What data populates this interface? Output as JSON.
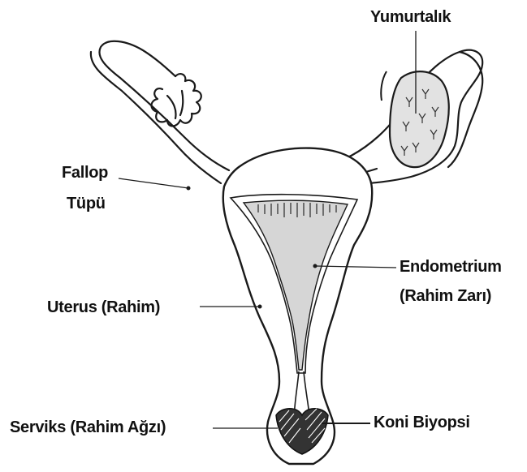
{
  "labels": {
    "ovary": "Yumurtalık",
    "fallopian_tube_line1": "Fallop",
    "fallopian_tube_line2": "Tüpü",
    "endometrium_line1": "Endometrium",
    "endometrium_line2": "(Rahim Zarı)",
    "uterus": "Uterus (Rahim)",
    "cervix": "Serviks (Rahim Ağzı)",
    "cone_biopsy": "Koni Biyopsi"
  },
  "colors": {
    "outline": "#1a1a1a",
    "cavity_fill": "#d6d6d6",
    "ovary_fill": "#e2e2e2",
    "background": "#ffffff"
  }
}
